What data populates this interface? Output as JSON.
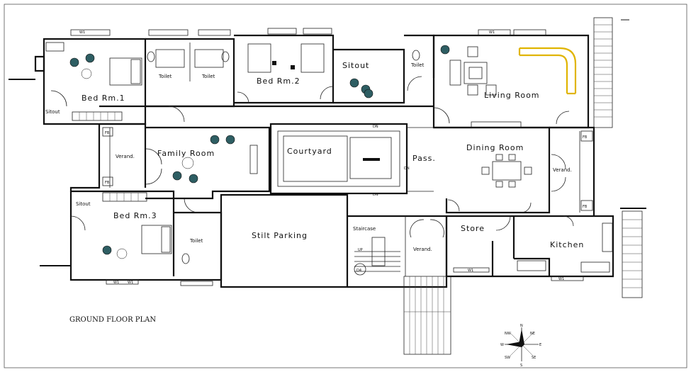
{
  "drawing": {
    "title": "GROUND FLOOR PLAN"
  },
  "rooms": {
    "bed_rm_1": "Bed Rm.1",
    "bed_rm_2": "Bed Rm.2",
    "bed_rm_3": "Bed Rm.3",
    "toilet_1": "Toilet",
    "toilet_2": "Toilet",
    "toilet_3": "Toilet",
    "toilet_4": "Toilet",
    "sitout_top": "Sitout",
    "sitout_left_1": "Sitout",
    "sitout_left_2": "Sitout",
    "living_room": "Living Room",
    "family_room": "Family Room",
    "courtyard": "Courtyard",
    "pass": "Pass.",
    "dining_room": "Dining Room",
    "verand_left": "Verand.",
    "verand_right": "Verand.",
    "verand_bottom": "Verand.",
    "stilt_parking": "Stilt Parking",
    "staircase": "Staircase",
    "store": "Store",
    "kitchen": "Kitchen"
  },
  "tags": {
    "fb": "FB",
    "dn": "DN",
    "up": "UP",
    "d4": "D4",
    "w1": "W1"
  },
  "compass": {
    "n": "N",
    "s": "S",
    "e": "E",
    "w": "W",
    "ne": "NE",
    "nw": "NW",
    "se": "SE",
    "sw": "SW"
  },
  "colors": {
    "sofa": "#e0b400",
    "plants": "#2e5e63",
    "lines": "#111111"
  }
}
